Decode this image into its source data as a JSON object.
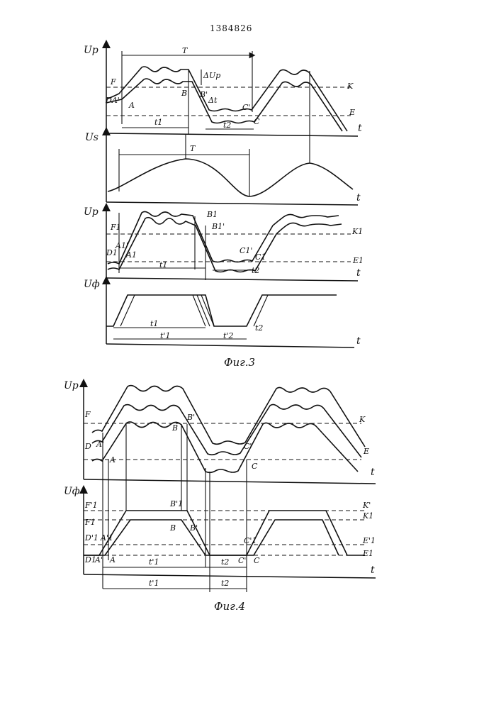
{
  "patent_number": "1384826",
  "fig3": {
    "caption": "Фиг.3",
    "p1": {
      "y_axis": "Up",
      "t_axis": "t",
      "level_upper": "F",
      "level_upper_right": "K",
      "level_lower_right": "E",
      "point_start": "DA'",
      "point_a": "A",
      "point_b": "B",
      "point_b2": "B'",
      "point_c2": "C'",
      "point_c": "C",
      "delta_up": "ΔUp",
      "delta_t": "Δt",
      "period": "T",
      "dur1": "t1",
      "dur2": "t2"
    },
    "p2": {
      "y_axis": "Us",
      "t_axis": "t",
      "period": "T"
    },
    "p3": {
      "y_axis": "Up",
      "t_axis": "t",
      "level_upper": "F1",
      "level_upper_right": "K1",
      "level_lower_right": "E1",
      "point_d": "D1",
      "point_a2": "A1'",
      "point_a": "A1",
      "point_b": "B1",
      "point_b2": "B1'",
      "point_c2": "C1'",
      "point_c": "C1",
      "dur1": "t1",
      "dur2": "t2"
    },
    "p4": {
      "y_axis": "Uф",
      "t_axis": "t",
      "dur1": "t1",
      "dur1p": "t'1",
      "dur2p": "t'2",
      "dur2": "t2"
    }
  },
  "fig4": {
    "caption": "Фиг.4",
    "p1": {
      "y_axis": "Up",
      "t_axis": "t",
      "level_f": "F",
      "level_d": "D",
      "level_k": "K",
      "level_e": "E",
      "point_a2": "A'",
      "point_a": "A",
      "point_b": "B",
      "point_b2": "B'",
      "point_c2": "C'",
      "point_c": "C"
    },
    "p2": {
      "y_axis": "Uф",
      "t_axis": "t",
      "level_f2": "F'1",
      "level_f1": "F1",
      "level_d2": "D'1",
      "level_d1": "D1",
      "point_a2": "A'1",
      "point_a": "A",
      "point_a_base": "A'",
      "point_b2": "B'1",
      "point_b": "B",
      "point_bp": "B'",
      "point_c2": "C'1",
      "point_cp": "C'",
      "point_c": "C",
      "level_k2": "K'",
      "level_k1": "K1",
      "level_e2": "E'1",
      "level_e1": "E1",
      "dur1": "t'1",
      "dur2": "t2",
      "dur1b": "t'1",
      "dur2b": "t2"
    }
  }
}
